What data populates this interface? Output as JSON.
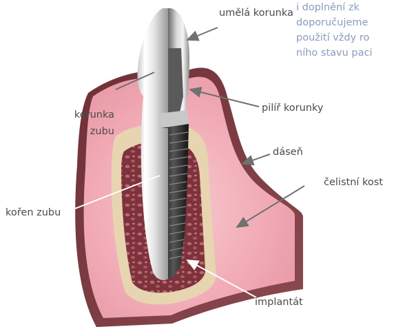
{
  "body_text": {
    "lines": [
      "i doplnění zk",
      "doporučujeme",
      "použití vždy ro",
      "ního stavu paci"
    ]
  },
  "labels": {
    "umela_korunka": "umělá korunka",
    "pilir_korunky": "pilíř korunky",
    "korunka_zubu_1": "korunka",
    "korunka_zubu_2": "zubu",
    "dasen": "dáseň",
    "celistni_kost": "čelistní kost",
    "koren_zubu": "kořen zubu",
    "implantat": "implantát"
  },
  "colors": {
    "gum": "#f3b6c0",
    "gum_dark": "#7a3a40",
    "bone": "#e7d7b4",
    "marrow": "#8a3c45",
    "label_text": "#4a4a4a",
    "body_text": "#8a9bbf",
    "arrow": "#707070"
  }
}
